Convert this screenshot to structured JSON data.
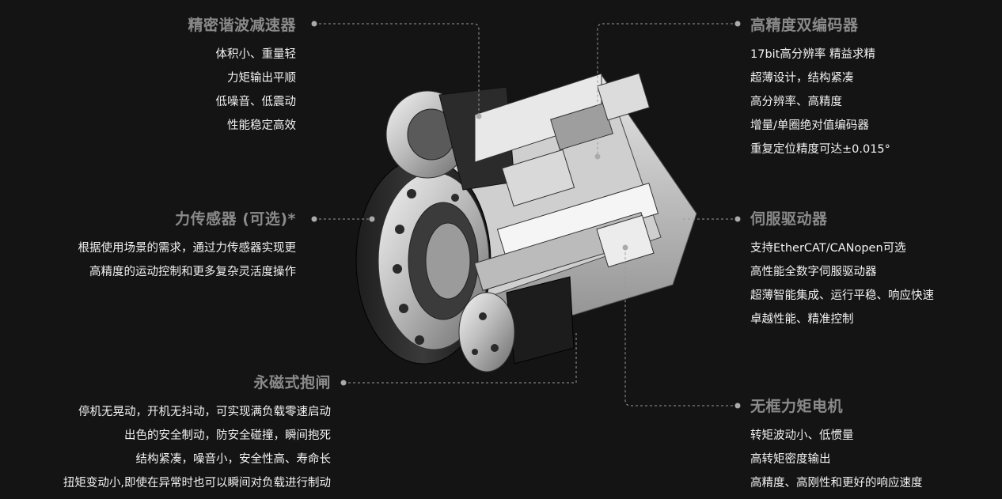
{
  "sections": {
    "reducer": {
      "title": "精密谐波减速器",
      "lines": [
        "体积小、重量轻",
        "力矩输出平顺",
        "低噪音、低震动",
        "性能稳定高效"
      ]
    },
    "sensor": {
      "title": "力传感器 (可选)*",
      "lines": [
        "根据使用场景的需求，通过力传感器实现更",
        "高精度的运动控制和更多复杂灵活度操作"
      ]
    },
    "brake": {
      "title": "永磁式抱闸",
      "lines": [
        "停机无晃动，开机无抖动，可实现满负载零速启动",
        "出色的安全制动，防安全碰撞，瞬间抱死",
        "结构紧凑，噪音小，安全性高、寿命长",
        "扭矩变动小,即使在异常时也可以瞬间对负载进行制动"
      ]
    },
    "encoder": {
      "title": "高精度双编码器",
      "lines": [
        "17bit高分辨率 精益求精",
        "超薄设计，结构紧凑",
        "高分辨率、高精度",
        "增量/单圈绝对值编码器",
        "重复定位精度可达±0.015°"
      ]
    },
    "drive": {
      "title": "伺服驱动器",
      "lines": [
        "支持EtherCAT/CANopen可选",
        "高性能全数字伺服驱动器",
        "超薄智能集成、运行平稳、响应快速",
        "卓越性能、精准控制"
      ]
    },
    "motor": {
      "title": "无框力矩电机",
      "lines": [
        "转矩波动小、低惯量",
        "高转矩密度输出",
        "高精度、高刚性和更好的响应速度"
      ]
    }
  },
  "colors": {
    "background": "#141414",
    "title": "#8a8a8a",
    "text": "#f2f2f2",
    "leader": "#9a9a9a"
  }
}
